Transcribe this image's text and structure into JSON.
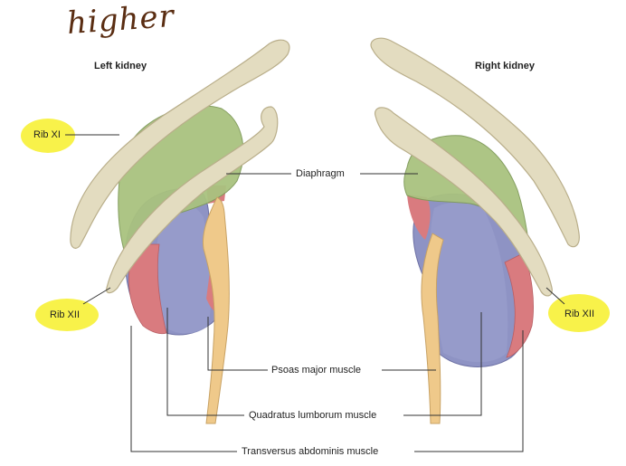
{
  "annotation": {
    "handwritten": "higher"
  },
  "titles": {
    "left": "Left kidney",
    "right": "Right kidney"
  },
  "labels": {
    "rib_xi": "Rib XI",
    "rib_xii_left": "Rib XII",
    "rib_xii_right": "Rib XII",
    "diaphragm": "Diaphragm",
    "psoas": "Psoas major muscle",
    "quadratus": "Quadratus lumborum muscle",
    "transversus": "Transversus abdominis muscle"
  },
  "colors": {
    "bone": "#e3dcc0",
    "bone_stroke": "#b9ae8a",
    "diaphragm": "#a9c27f",
    "kidney": "#8e93c4",
    "transversus": "#d97b7f",
    "psoas": "#efc98a",
    "highlight": "#f8f24a",
    "annotation": "#5a2d12"
  }
}
